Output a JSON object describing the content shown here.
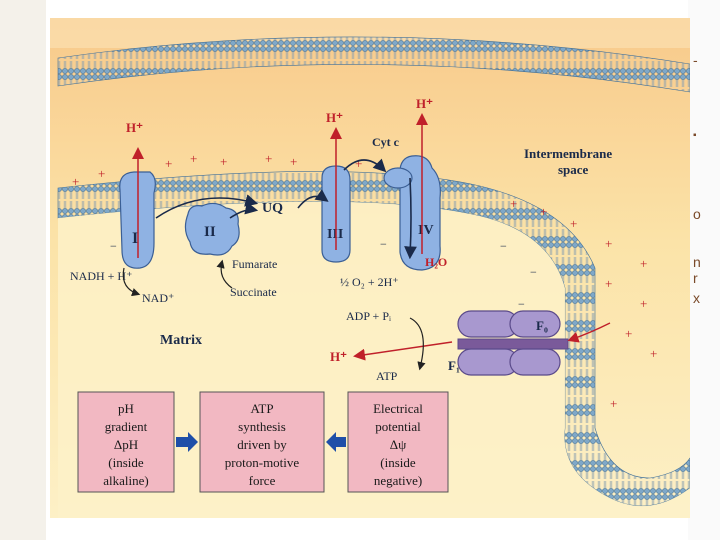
{
  "diagram": {
    "complexes": {
      "c1": "I",
      "c2": "II",
      "c3": "III",
      "c4": "IV"
    },
    "mobile_carriers": {
      "uq": "UQ",
      "cyt_c": "Cyt c"
    },
    "labels": {
      "h_plus": "H⁺",
      "intermembrane_line1": "Intermembrane",
      "intermembrane_line2": "space",
      "matrix": "Matrix",
      "nadh": "NADH + H⁺",
      "nad": "NAD⁺",
      "fumarate": "Fumarate",
      "succinate": "Succinate",
      "oxygen": "½ O₂ + 2H⁺",
      "water": "H₂O",
      "adp": "ADP + Pᵢ",
      "atp": "ATP",
      "f0": "F₀",
      "f1": "F₁"
    },
    "boxes": {
      "ph_gradient": [
        "pH",
        "gradient",
        "ΔpH",
        "(inside",
        "alkaline)"
      ],
      "atp_synthesis": [
        "ATP",
        "synthesis",
        "driven by",
        "proton-motive",
        "force"
      ],
      "electrical": [
        "Electrical",
        "potential",
        "Δψ",
        "(inside",
        "negative)"
      ]
    },
    "colors": {
      "complex_fill": "#8fb2e3",
      "synthase_fill": "#a898cf",
      "box_fill": "#f2b8c2",
      "arrow_red": "#c0202a",
      "arrow_blue": "#1f4fa8",
      "background": "#fbe8b0"
    }
  },
  "page_fragments": {
    "right_glyphs": [
      "-",
      "▪",
      "o",
      "n",
      "r",
      "x"
    ]
  }
}
